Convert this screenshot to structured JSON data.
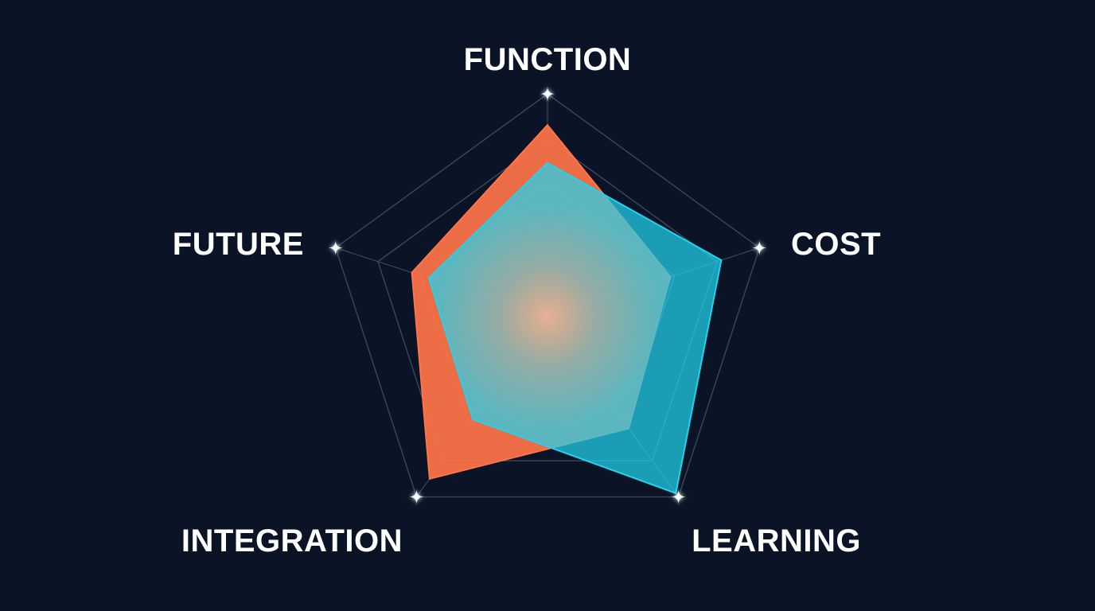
{
  "colors": {
    "background": "#0b1427",
    "grid": "#3b475c",
    "series_orange": "#ff7448",
    "series_cyan": "#22d3ee",
    "center_glow": "#ffb08a",
    "label": "#ffffff"
  },
  "icons": {
    "axis_marker": "four-point-star-icon"
  },
  "chart_data": {
    "type": "radar",
    "title": "",
    "axes": [
      "FUNCTION",
      "COST",
      "LEARNING",
      "INTEGRATION",
      "FUTURE"
    ],
    "range": [
      0,
      1
    ],
    "grid_levels": 5,
    "legend": "none",
    "series": [
      {
        "color": "#ff7448",
        "values": [
          0.86,
          0.58,
          0.62,
          0.9,
          0.64
        ]
      },
      {
        "color": "#22d3ee",
        "values": [
          0.69,
          0.82,
          0.98,
          0.57,
          0.56
        ]
      }
    ]
  }
}
